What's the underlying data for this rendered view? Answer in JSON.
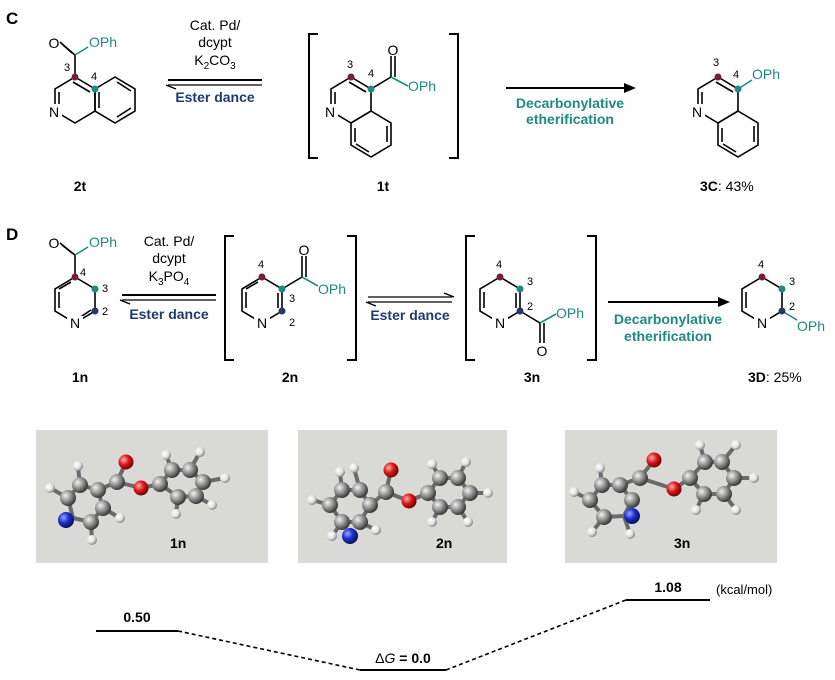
{
  "panel_c": {
    "label": "C",
    "compound_left": "2t",
    "compound_mid": "1t",
    "product_label": "3C",
    "product_yield": ": 43%",
    "conditions": [
      "Cat. Pd/",
      "dcypt"
    ],
    "base": {
      "main": "K",
      "sub1": "2",
      "mid": "CO",
      "sub2": "3"
    },
    "ester_dance": "Ester dance",
    "decarb_line1": "Decarbonylative",
    "decarb_line2": "etherification",
    "substituent": "OPh",
    "atom_N": "N",
    "atom_O": "O",
    "pos_3": "3",
    "pos_4": "4"
  },
  "panel_d": {
    "label": "D",
    "compound_1": "1n",
    "compound_2": "2n",
    "compound_3": "3n",
    "product_label": "3D",
    "product_yield": ": 25%",
    "conditions": [
      "Cat. Pd/",
      "dcypt"
    ],
    "base": {
      "main": "K",
      "sub1": "3",
      "mid": "PO",
      "sub2": "4"
    },
    "ester_dance_1": "Ester dance",
    "ester_dance_2": "Ester dance",
    "decarb_line1": "Decarbonylative",
    "decarb_line2": "etherification",
    "substituent": "OPh",
    "atom_N": "N",
    "atom_O": "O",
    "pos_2": "2",
    "pos_3": "3",
    "pos_4": "4"
  },
  "models": [
    {
      "label": "1n"
    },
    {
      "label": "2n"
    },
    {
      "label": "3n"
    }
  ],
  "energy": {
    "unit": "(kcal/mol)",
    "level_1n": "0.50",
    "level_3n": "1.08",
    "dg_prefix": "Δ",
    "dg_symbol": "G",
    "dg_value": " = 0.0"
  },
  "colors": {
    "teal": "#1f8a80",
    "navy": "#1d3c6e",
    "maroon": "#7a1b3a",
    "dark_blue": "#26366b",
    "model_bg": "#d9d9d6"
  }
}
